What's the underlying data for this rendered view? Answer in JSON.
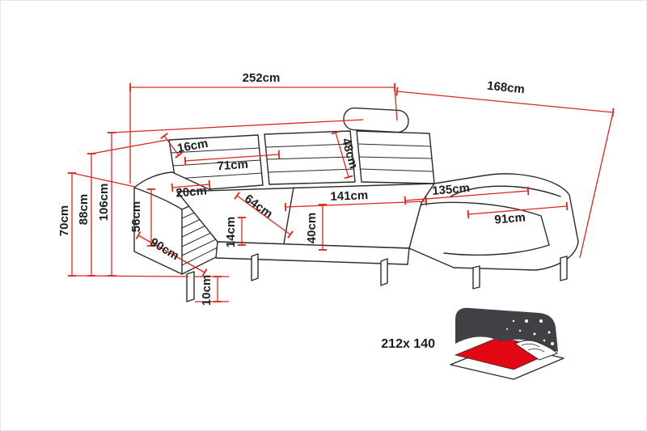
{
  "diagram": {
    "type": "corner-sofa-dimension-diagram",
    "unit": "cm",
    "labels": {
      "total_width": "252cm",
      "total_depth": "168cm",
      "armrest_height": "70cm",
      "backrest_height": "88cm",
      "total_height": "106cm",
      "backrest_top_depth": "16cm",
      "back_cushion_width": "71cm",
      "back_cushion_height": "48cm",
      "armrest_width": "20cm",
      "seat_depth": "64cm",
      "seat_width": "141cm",
      "chaise_back_length": "135cm",
      "armrest_front_height": "56cm",
      "seat_cushion_thickness": "14cm",
      "seat_height": "40cm",
      "chaise_width": "91cm",
      "side_depth": "90cm",
      "leg_height": "10cm"
    },
    "sleeping_icon": {
      "name": "sleeping-function-bed-icon",
      "bed_size_label": "212x 140"
    },
    "colors": {
      "dimension_line": "#e1251b",
      "outline": "#2b2b2b",
      "text": "#1d1d1b",
      "bed_red": "#e30613",
      "bed_dark": "#414044"
    }
  }
}
